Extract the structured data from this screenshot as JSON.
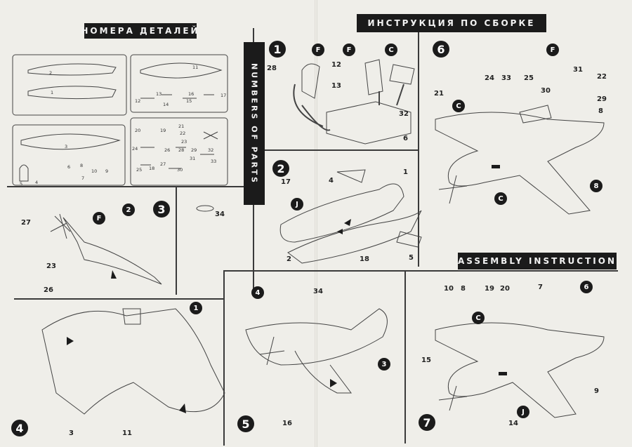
{
  "headers": {
    "parts_ru": "НОМЕРА ДЕТАЛЕЙ",
    "assembly_ru": "ИНСТРУКЦИЯ ПО СБОРКЕ",
    "parts_en": "NUMBERS OF PARTS",
    "assembly_en": "ASSEMBLY INSTRUCTION"
  },
  "sprue_numbers": {
    "a": [
      "2",
      "1",
      "3",
      "5",
      "4",
      "6",
      "7",
      "8",
      "10",
      "9"
    ],
    "b": [
      "11",
      "12",
      "13",
      "14",
      "15",
      "16",
      "17",
      "20",
      "19",
      "21",
      "22",
      "23",
      "24",
      "26",
      "27",
      "28",
      "29",
      "31",
      "30",
      "32",
      "33",
      "25",
      "18"
    ],
    "c": "34"
  },
  "steps": {
    "s1": {
      "n": "1",
      "parts": [
        "28",
        "12",
        "13",
        "32",
        "6"
      ],
      "badges": [
        "F",
        "F",
        "C"
      ]
    },
    "s2": {
      "n": "2",
      "parts": [
        "4",
        "1",
        "17",
        "2",
        "18",
        "5"
      ],
      "badges": [
        "J"
      ]
    },
    "s3": {
      "n": "3",
      "parts": [
        "27",
        "23",
        "26"
      ],
      "badges": [
        "F",
        "2"
      ]
    },
    "s4": {
      "n": "4",
      "parts": [
        "1",
        "3",
        "11"
      ]
    },
    "s5": {
      "n": "5",
      "parts": [
        "34",
        "16"
      ],
      "badges": [
        "4",
        "3"
      ]
    },
    "s6": {
      "n": "6",
      "parts": [
        "31",
        "24",
        "33",
        "25",
        "22",
        "21",
        "30",
        "29",
        "8"
      ],
      "badges": [
        "F",
        "C",
        "C"
      ]
    },
    "s7": {
      "n": "7",
      "parts": [
        "10",
        "8",
        "19",
        "20",
        "7",
        "15",
        "9",
        "14"
      ],
      "badges": [
        "C",
        "J",
        "6"
      ]
    }
  }
}
